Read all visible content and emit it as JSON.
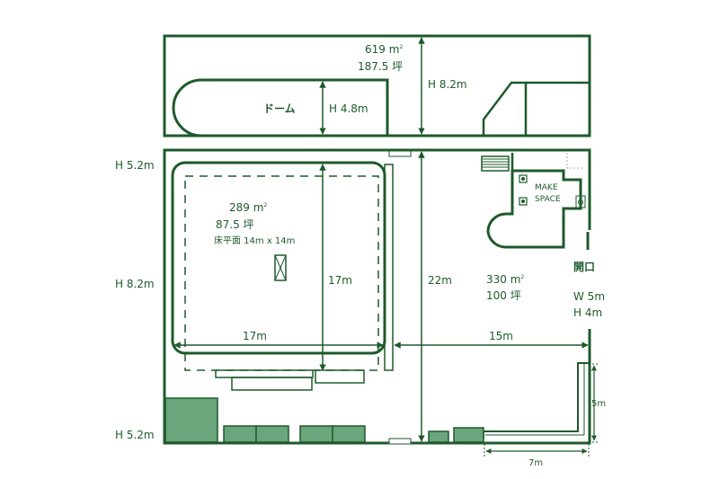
{
  "colors": {
    "line": "#1e5a2b",
    "fill_block": "#6aa57c",
    "bg": "#ffffff"
  },
  "top_section": {
    "area_m2": "619 m",
    "area_unit_sup": "2",
    "area_tsubo": "187.5 坪",
    "height": "H 8.2m",
    "dome_label": "ドーム",
    "dome_height": "H 4.8m"
  },
  "left_heights": {
    "top": "H 5.2m",
    "middle": "H 8.2m",
    "bottom": "H 5.2m"
  },
  "studio": {
    "area_m2": "289 m",
    "area_unit_sup": "2",
    "area_tsubo": "87.5 坪",
    "floor": "床平面 14m x 14m",
    "width": "17m",
    "depth": "17m"
  },
  "main_hall": {
    "length": "22m",
    "area_m2": "330 m",
    "area_unit_sup": "2",
    "area_tsubo": "100 坪",
    "width": "15m"
  },
  "make_space": {
    "line1": "MAKE",
    "line2": "SPACE"
  },
  "opening": {
    "label": "開口",
    "width": "W 5m",
    "height": "H 4m"
  },
  "bottom_right": {
    "height": "5m",
    "width": "7m"
  }
}
